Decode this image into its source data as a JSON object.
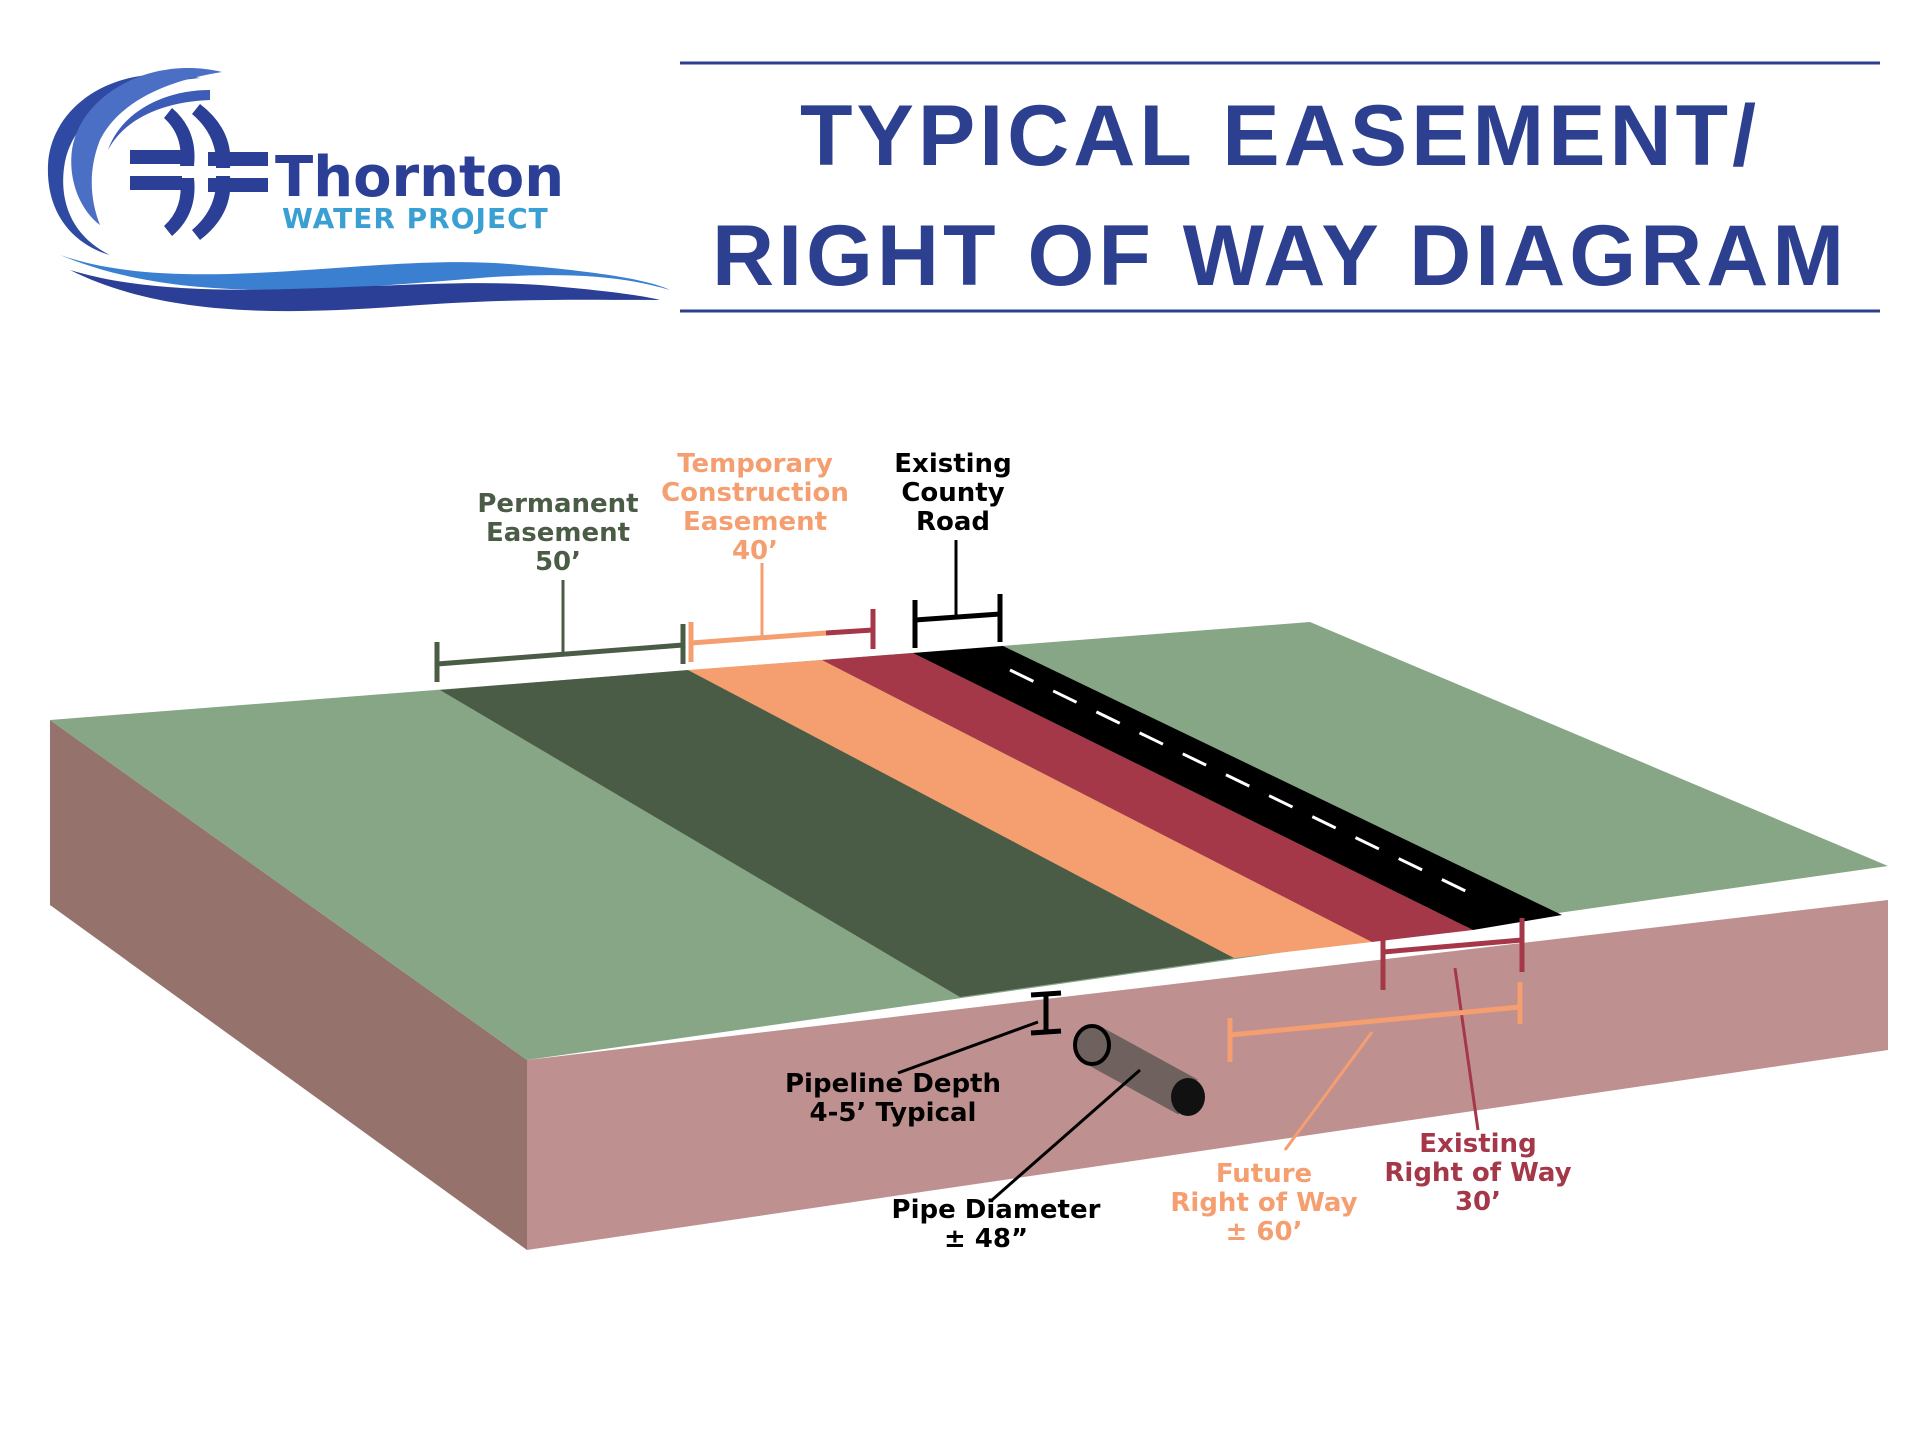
{
  "logo": {
    "name": "Thornton",
    "subtitle": "WATER PROJECT"
  },
  "title": {
    "line1": "TYPICAL EASEMENT/",
    "line2": "RIGHT OF WAY DIAGRAM"
  },
  "labels": {
    "permanent_easement": [
      "Permanent",
      "Easement",
      "50’"
    ],
    "temporary_easement": [
      "Temporary",
      "Construction",
      "Easement",
      "40’"
    ],
    "county_road": [
      "Existing",
      "County",
      "Road"
    ],
    "pipeline_depth": [
      "Pipeline Depth",
      "4-5’ Typical"
    ],
    "pipe_diameter": [
      "Pipe Diameter",
      "± 48”"
    ],
    "future_row": [
      "Future",
      "Right of Way",
      "± 60’"
    ],
    "existing_row": [
      "Existing",
      "Right of Way",
      "30’"
    ]
  },
  "colors": {
    "title_blue": "#2d3f8f",
    "ground_green": "#86a686",
    "permanent_easement": "#4a5b46",
    "temporary_easement": "#f59e70",
    "existing_row": "#a43748",
    "road": "#000000",
    "soil_front": "#bf9090",
    "soil_side": "#95726c",
    "pipe": "#6f625e"
  }
}
